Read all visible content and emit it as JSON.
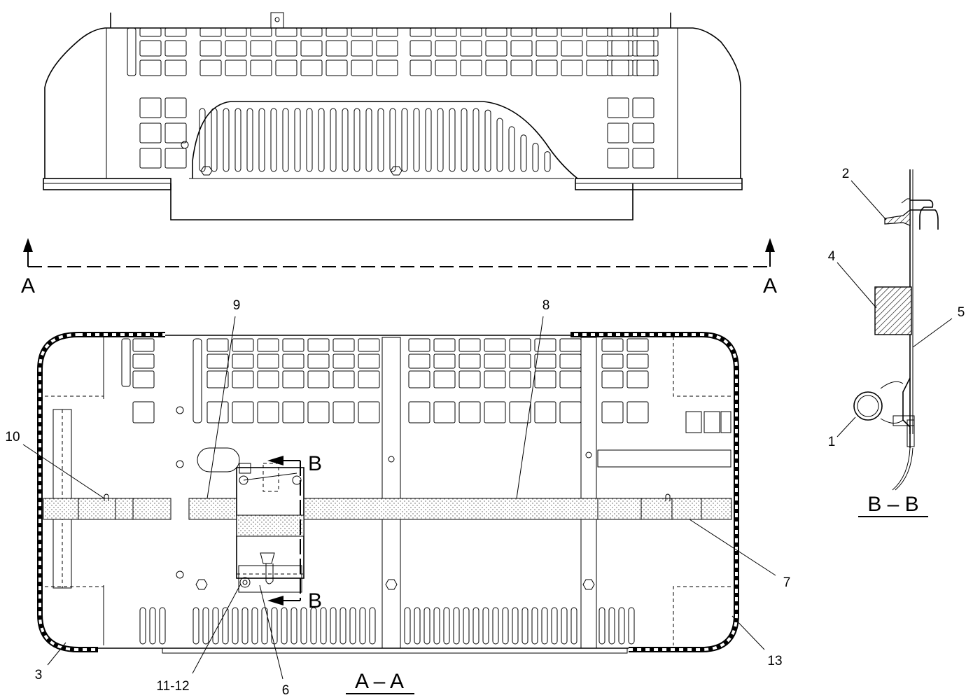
{
  "section_marks": {
    "section_a_left": "A",
    "section_a_right": "A",
    "section_b_top": "B",
    "section_b_bottom": "B"
  },
  "view_titles": {
    "section_a": "A – A",
    "section_b": "B – B"
  },
  "callouts": {
    "c1": "1",
    "c2": "2",
    "c3": "3",
    "c4": "4",
    "c5": "5",
    "c6": "6",
    "c7": "7",
    "c8": "8",
    "c9": "9",
    "c10": "10",
    "c11_12": "11-12",
    "c13": "13"
  }
}
